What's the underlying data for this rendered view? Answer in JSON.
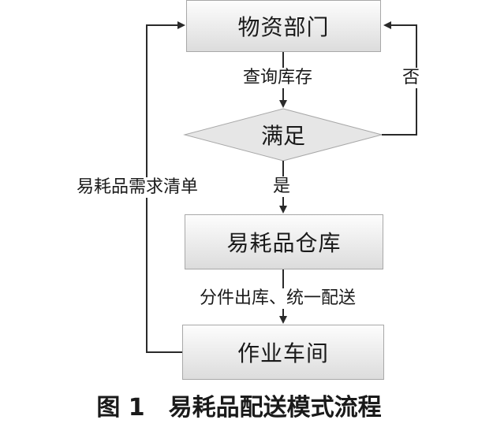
{
  "nodes": {
    "department": "物资部门",
    "satisfied": "满足",
    "warehouse": "易耗品仓库",
    "workshop": "作业车间"
  },
  "edges": {
    "query_stock": "查询库存",
    "no": "否",
    "yes": "是",
    "split_delivery": "分件出库、统一配送",
    "demand_list": "易耗品需求清单"
  },
  "caption": "图 1　易耗品配送模式流程",
  "colors": {
    "box_fill_top": "#fdfdfd",
    "box_fill_bottom": "#dcdcdc",
    "border": "#a8a8a8",
    "line": "#2a2a2a"
  }
}
